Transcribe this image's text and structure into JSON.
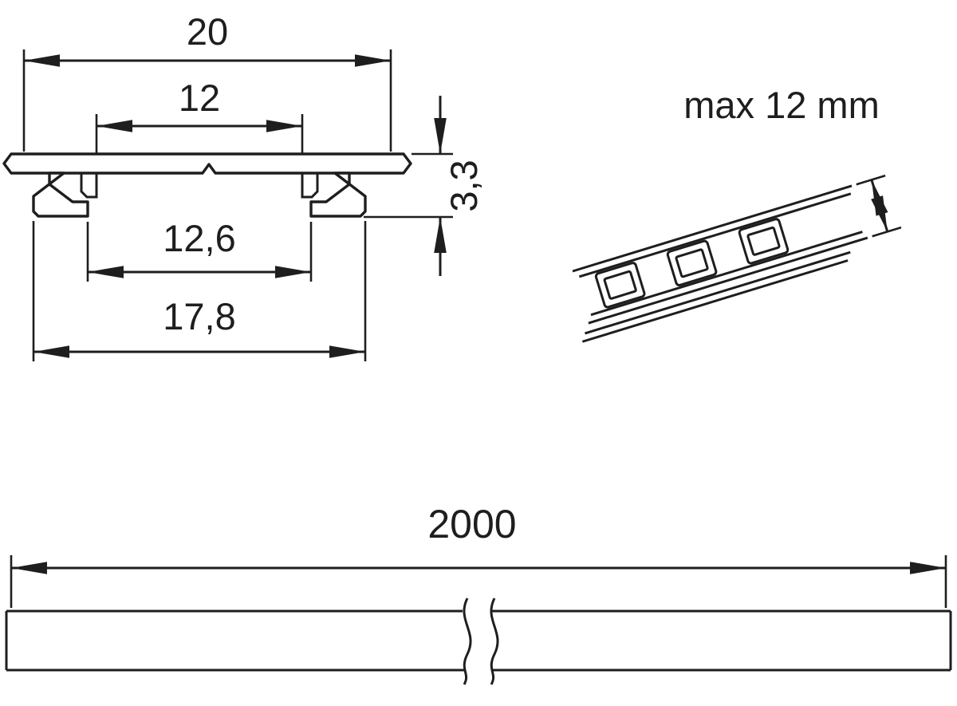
{
  "colors": {
    "line": "#1e1e1e",
    "background": "#ffffff"
  },
  "cross_section": {
    "outer_width": "20",
    "top_opening": "12",
    "height": "3,3",
    "bottom_opening": "12,6",
    "hook_span": "17,8"
  },
  "strip": {
    "max_width": "max 12 mm"
  },
  "length_view": {
    "length": "2000"
  }
}
